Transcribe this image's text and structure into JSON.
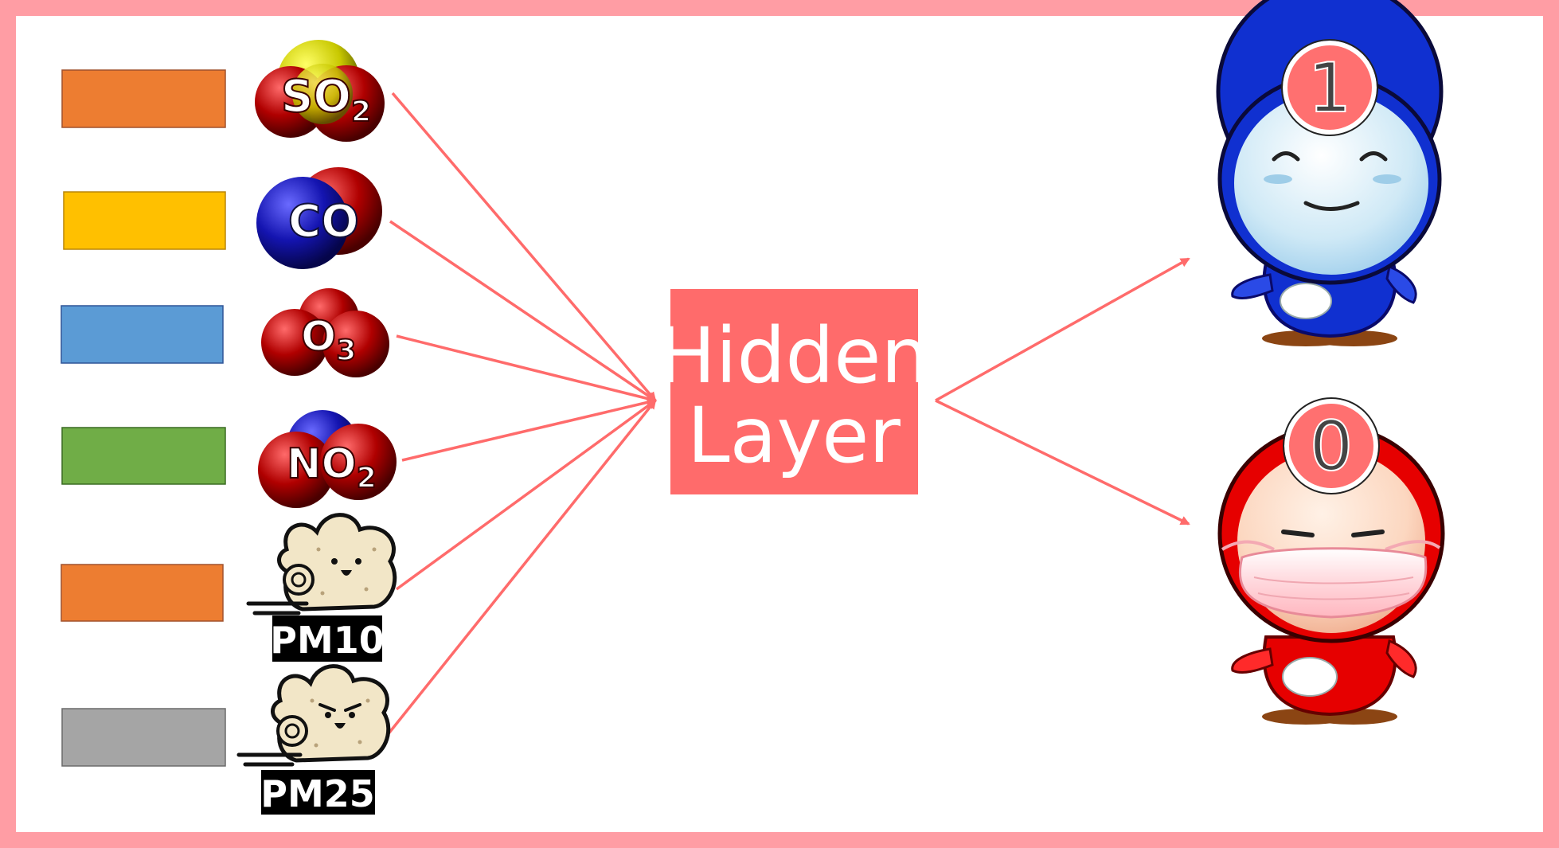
{
  "colors": {
    "frame": "#ff9da4",
    "arrow": "#ff6b6b",
    "hidden_box": "#ff6b6b",
    "hidden_text": "#ffffff",
    "badge_fill": "#ff7070",
    "badge_ring": "#ffffff",
    "badge_text": "#444444"
  },
  "inputs": [
    {
      "id": "so2",
      "bar_color": "#ed7d31",
      "icon": "so2-molecule-icon",
      "label_main": "SO",
      "label_sub": "2"
    },
    {
      "id": "co",
      "bar_color": "#ffc000",
      "icon": "co-molecule-icon",
      "label_main": "CO",
      "label_sub": ""
    },
    {
      "id": "o3",
      "bar_color": "#5b9bd5",
      "icon": "o3-molecule-icon",
      "label_main": "O",
      "label_sub": "3"
    },
    {
      "id": "no2",
      "bar_color": "#70ad47",
      "icon": "no2-molecule-icon",
      "label_main": "NO",
      "label_sub": "2"
    },
    {
      "id": "pm10",
      "bar_color": "#ed7d31",
      "icon": "pm10-dust-icon",
      "label_main": "PM10",
      "label_sub": ""
    },
    {
      "id": "pm25",
      "bar_color": "#a5a5a5",
      "icon": "pm25-dust-icon",
      "label_main": "PM25",
      "label_sub": ""
    }
  ],
  "hidden_layer": {
    "line1": "Hidden",
    "line2": "Layer"
  },
  "outputs": [
    {
      "id": "good",
      "badge": "1",
      "icon": "happy-blue-mascot-icon"
    },
    {
      "id": "bad",
      "badge": "0",
      "icon": "masked-red-mascot-icon"
    }
  ]
}
